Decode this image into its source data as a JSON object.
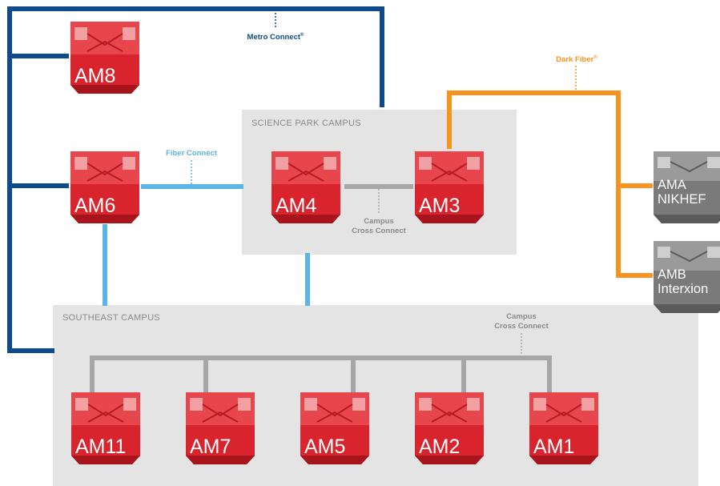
{
  "campuses": {
    "science_park": "SCIENCE PARK CAMPUS",
    "southeast": "SOUTHEAST CAMPUS"
  },
  "annotations": {
    "metro_connect": "Metro Connect",
    "dark_fiber": "Dark Fiber",
    "fiber_connect": "Fiber Connect",
    "campus_cross_connect_1": "Campus",
    "campus_cross_connect_2": "Cross Connect",
    "registered_mark": "®"
  },
  "nodes": {
    "am8": "AM8",
    "am6": "AM6",
    "am4": "AM4",
    "am3": "AM3",
    "am11": "AM11",
    "am7": "AM7",
    "am5": "AM5",
    "am2": "AM2",
    "am1": "AM1"
  },
  "partner_nodes": {
    "ama_line1": "AMA",
    "ama_line2": "NIKHEF",
    "amb_line1": "AMB",
    "amb_line2": "Interxion"
  },
  "colors": {
    "metro_connect": "#0d4b8c",
    "fiber_connect": "#5ab4e5",
    "dark_fiber": "#f7931e",
    "cross_connect": "#a6a6a6",
    "node_red": "#d9232d",
    "node_gray": "#7a7a7a"
  }
}
